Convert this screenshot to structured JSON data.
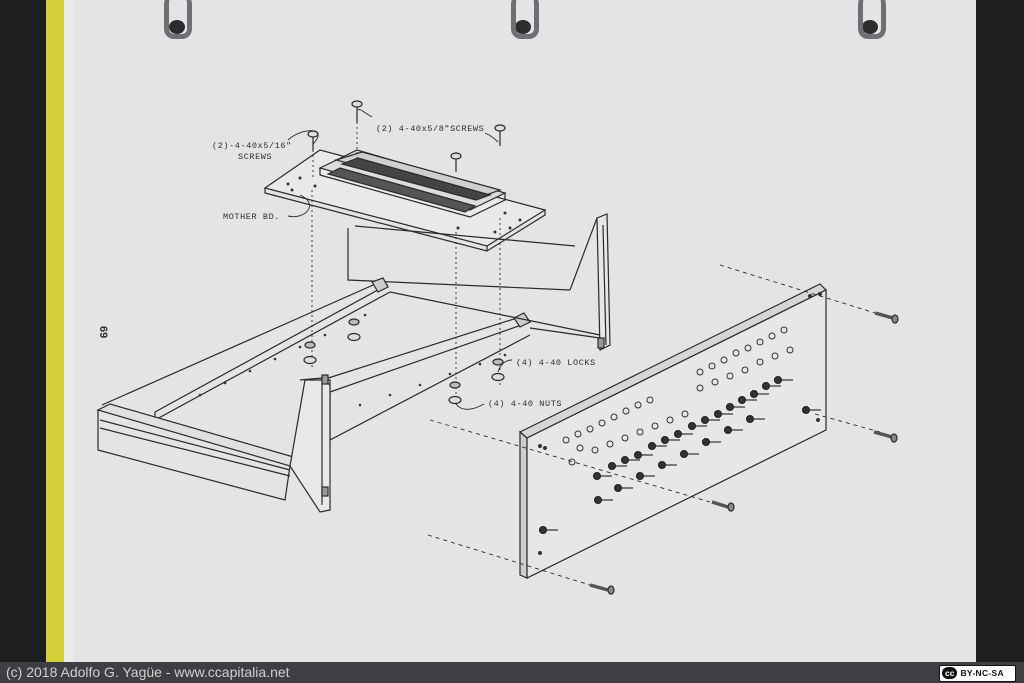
{
  "diagram": {
    "page_number": "69",
    "labels": {
      "screws_short": [
        "(2)-4-40x5/16\"",
        "SCREWS"
      ],
      "screws_long": "(2) 4-40x5/8\"SCREWS",
      "mother_board": "MOTHER BD.",
      "locks": "(4) 4-40 LOCKS",
      "nuts": "(4) 4-40 NUTS"
    }
  },
  "footer": {
    "credit": "(c) 2018 Adolfo G. Yagüe - www.ccapitalia.net",
    "license_mark": "cc",
    "license_text": "BY-NC-SA"
  }
}
